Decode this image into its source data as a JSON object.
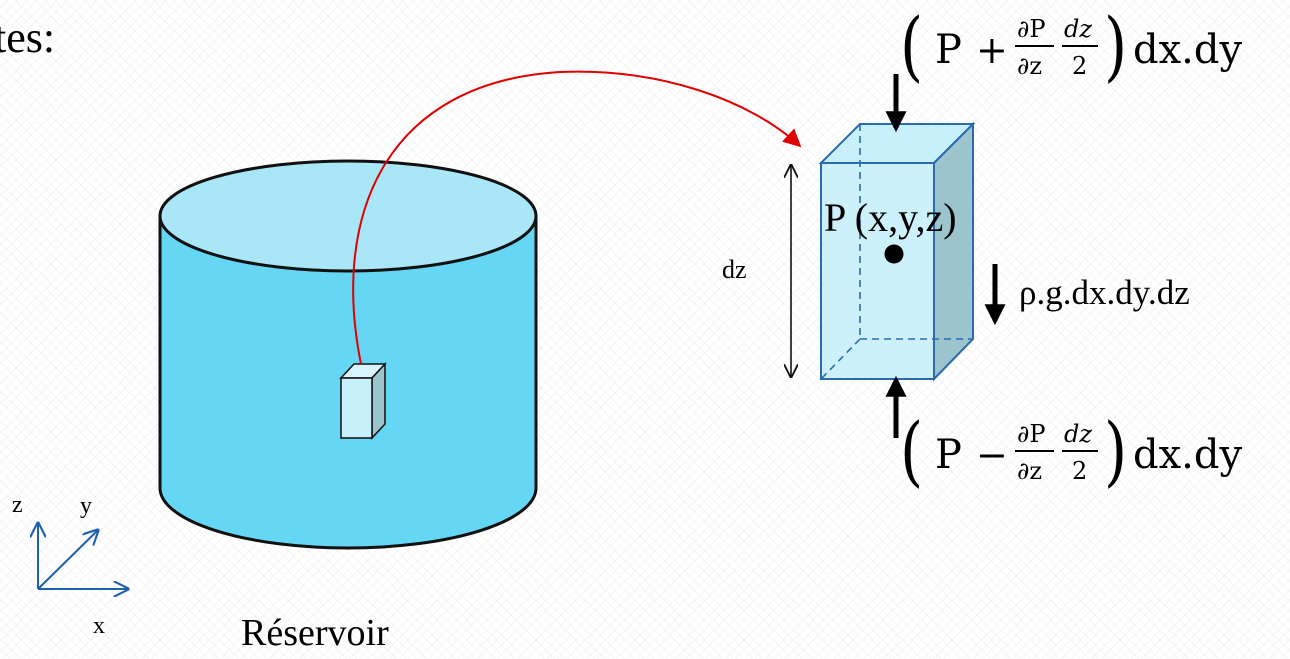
{
  "header_fragment": "tes:",
  "reservoir": {
    "label": "Réservoir"
  },
  "axes": {
    "x": "x",
    "y": "y",
    "z": "z"
  },
  "element": {
    "point_label": "P (x,y,z)",
    "height_label": "dz"
  },
  "forces": {
    "top": {
      "open_paren": "(",
      "P": "P",
      "op": "+",
      "dP": "∂P",
      "dz_partial": "∂z",
      "dz": "dz",
      "two": "2",
      "close_paren": ")",
      "tail": "dx.dy"
    },
    "bottom": {
      "open_paren": "(",
      "P": "P",
      "op": "−",
      "dP": "∂P",
      "dz_partial": "∂z",
      "dz": "dz",
      "two": "2",
      "close_paren": ")",
      "tail": "dx.dy"
    },
    "weight": "ρ.g.dx.dy.dz"
  },
  "colors": {
    "water_top": "#a8e6f8",
    "water_side": "#66d6f5",
    "outline": "#111111",
    "element_front": "#c8f0fb",
    "element_side": "#9cc4cc",
    "element_edge": "#2a6ab0",
    "arc": "#e00000"
  }
}
